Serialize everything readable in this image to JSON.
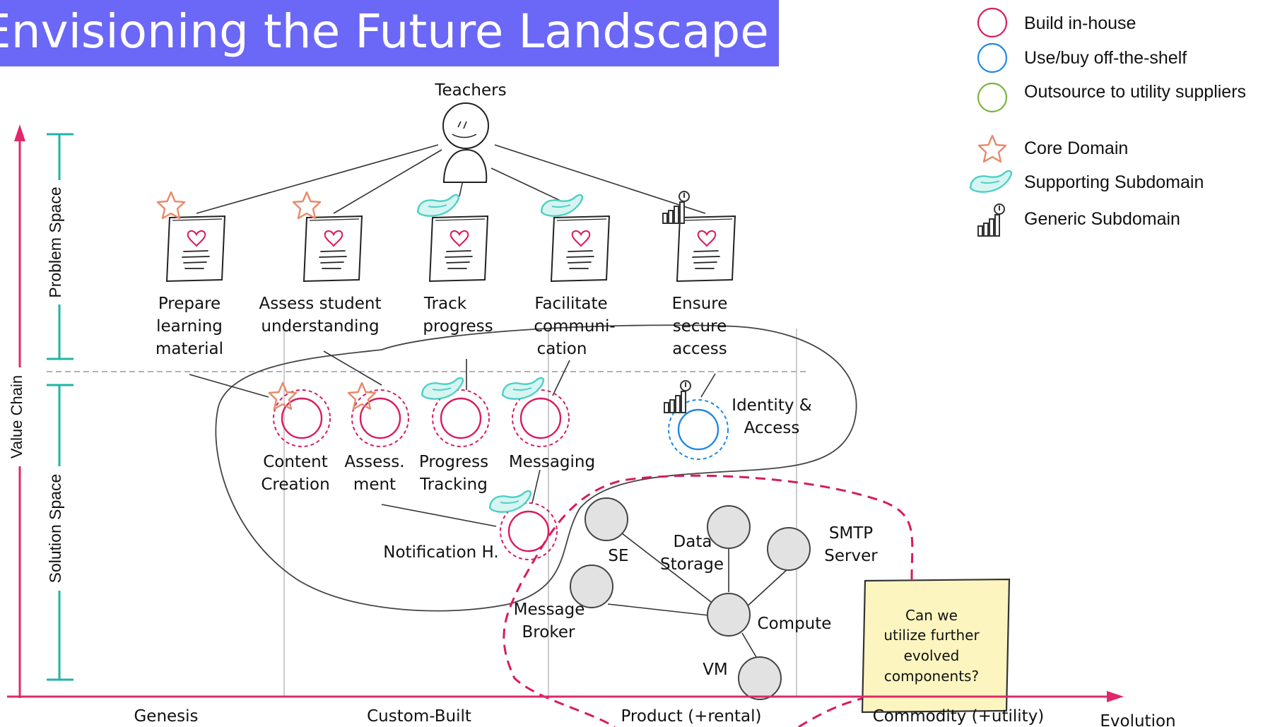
{
  "title": "Envisioning the Future Landscape",
  "actor": {
    "label": "Teachers",
    "icon": "stick-figure-icon"
  },
  "legend": {
    "build": "Build in-house",
    "buy": "Use/buy off-the-shelf",
    "outsource": "Outsource to utility suppliers",
    "core": "Core Domain",
    "supporting": "Supporting Subdomain",
    "generic": "Generic Subdomain"
  },
  "axes": {
    "value_chain": "Value Chain",
    "problem_space": "Problem Space",
    "solution_space": "Solution Space",
    "evolution": "Evolution",
    "stages": [
      "Genesis",
      "Custom-Built",
      "Product (+rental)",
      "Commodity (+utility)"
    ]
  },
  "needs": [
    {
      "lines": [
        "Prepare",
        "learning",
        "material"
      ],
      "type": "core"
    },
    {
      "lines": [
        "Assess student",
        "understanding"
      ],
      "type": "core"
    },
    {
      "lines": [
        "Track",
        "progress"
      ],
      "type": "supporting"
    },
    {
      "lines": [
        "Facilitate",
        "communi-",
        "cation"
      ],
      "type": "supporting"
    },
    {
      "lines": [
        "Ensure",
        "secure",
        "access"
      ],
      "type": "generic"
    }
  ],
  "components": [
    {
      "lines": [
        "Content",
        "Creation"
      ],
      "sourcing": "build",
      "type": "core"
    },
    {
      "lines": [
        "Assess.",
        "ment"
      ],
      "sourcing": "build",
      "type": "core"
    },
    {
      "lines": [
        "Progress",
        "Tracking"
      ],
      "sourcing": "build",
      "type": "supporting"
    },
    {
      "lines": [
        "Messaging"
      ],
      "sourcing": "build",
      "type": "supporting"
    },
    {
      "lines": [
        "Notification H."
      ],
      "sourcing": "build",
      "type": "supporting"
    },
    {
      "lines": [
        "Identity &",
        "Access"
      ],
      "sourcing": "buy",
      "type": "generic"
    }
  ],
  "infrastructure": [
    {
      "lines": [
        "SE"
      ]
    },
    {
      "lines": [
        "Data",
        "Storage"
      ]
    },
    {
      "lines": [
        "SMTP",
        "Server"
      ]
    },
    {
      "lines": [
        "Message",
        "Broker"
      ]
    },
    {
      "lines": [
        "Compute"
      ]
    },
    {
      "lines": [
        "VM"
      ]
    }
  ],
  "sticky_note": [
    "Can we",
    "utilize further",
    "evolved",
    "components?"
  ],
  "colors": {
    "banner": "#6b67f7",
    "build": "#d81b60",
    "buy": "#1e88e5",
    "outsource": "#7cb342",
    "axis": "#e0286a",
    "scale": "#1fb5a5",
    "core_star": "#e8896a",
    "supporting_hand": "#4dd0c6",
    "sticky": "#fdf5c0"
  }
}
